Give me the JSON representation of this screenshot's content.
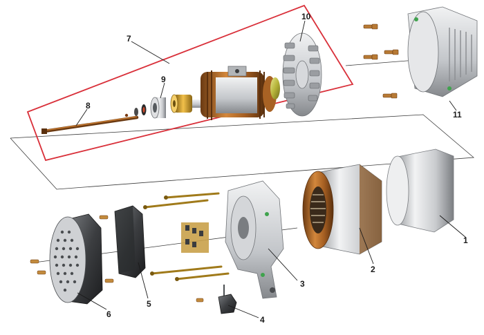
{
  "diagram": {
    "kind": "exploded-view",
    "subject": "generator alternator assembly",
    "highlight_color": "#d9303a",
    "callouts": [
      {
        "label": "1",
        "part": "outer-cover"
      },
      {
        "label": "2",
        "part": "stator"
      },
      {
        "label": "3",
        "part": "front-end-bracket"
      },
      {
        "label": "4",
        "part": "sensor"
      },
      {
        "label": "5",
        "part": "regulator-module"
      },
      {
        "label": "6",
        "part": "end-cover-grille"
      },
      {
        "label": "7",
        "part": "rotor-sub-assembly"
      },
      {
        "label": "8",
        "part": "through-bolt"
      },
      {
        "label": "9",
        "part": "bearing"
      },
      {
        "label": "10",
        "part": "cooling-fan"
      },
      {
        "label": "11",
        "part": "rear-housing"
      }
    ]
  }
}
